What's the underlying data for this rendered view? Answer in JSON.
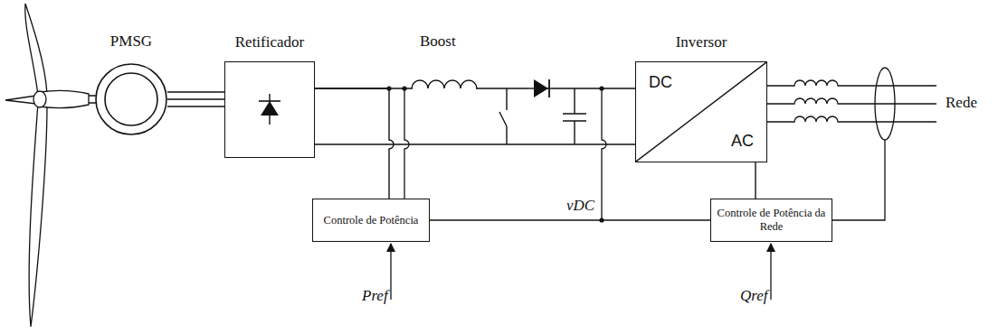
{
  "diagram": {
    "nodes": [
      {
        "text": [
          "PMSG"
        ]
      },
      {
        "text": [
          "Retificador"
        ]
      },
      {
        "text": [
          "Inversor",
          "DC",
          "AC"
        ]
      },
      {
        "text": [
          "Controle de Potência"
        ]
      },
      {
        "text": [
          "Controle de Potência da Rede"
        ]
      }
    ],
    "edges": [
      {
        "from": 0,
        "to": 1,
        "arrow": "none"
      },
      {
        "from": 1,
        "to": 2,
        "arrow": "none"
      },
      {
        "from": 1,
        "to": 3,
        "arrow": "none"
      },
      {
        "from": 3,
        "to": 4,
        "arrow": "none"
      },
      {
        "from": 4,
        "to": 2,
        "arrow": "none"
      }
    ],
    "labels": [
      "Boost",
      "Rede",
      "vDC",
      "Pref",
      "Qref"
    ]
  }
}
